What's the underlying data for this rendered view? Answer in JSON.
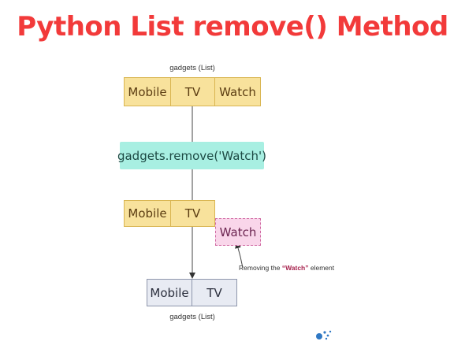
{
  "title": "Python List remove() Method",
  "colors": {
    "title": "#f23a3a",
    "list_fill": "#f8e29c",
    "method_fill": "#a8efe2",
    "removed_fill": "#f9d6ea",
    "result_fill": "#e8ebf3"
  },
  "top_list": {
    "caption": "gadgets (List)",
    "items": [
      "Mobile",
      "TV",
      "Watch"
    ]
  },
  "method_call": "gadgets.remove('Watch')",
  "middle_list": {
    "items": [
      "Mobile",
      "TV"
    ],
    "removed_item": "Watch"
  },
  "annotation": {
    "prefix": "Removing the ",
    "highlight": "“Watch”",
    "suffix": " element"
  },
  "result_list": {
    "caption": "gadgets (List)",
    "items": [
      "Mobile",
      "TV"
    ]
  }
}
